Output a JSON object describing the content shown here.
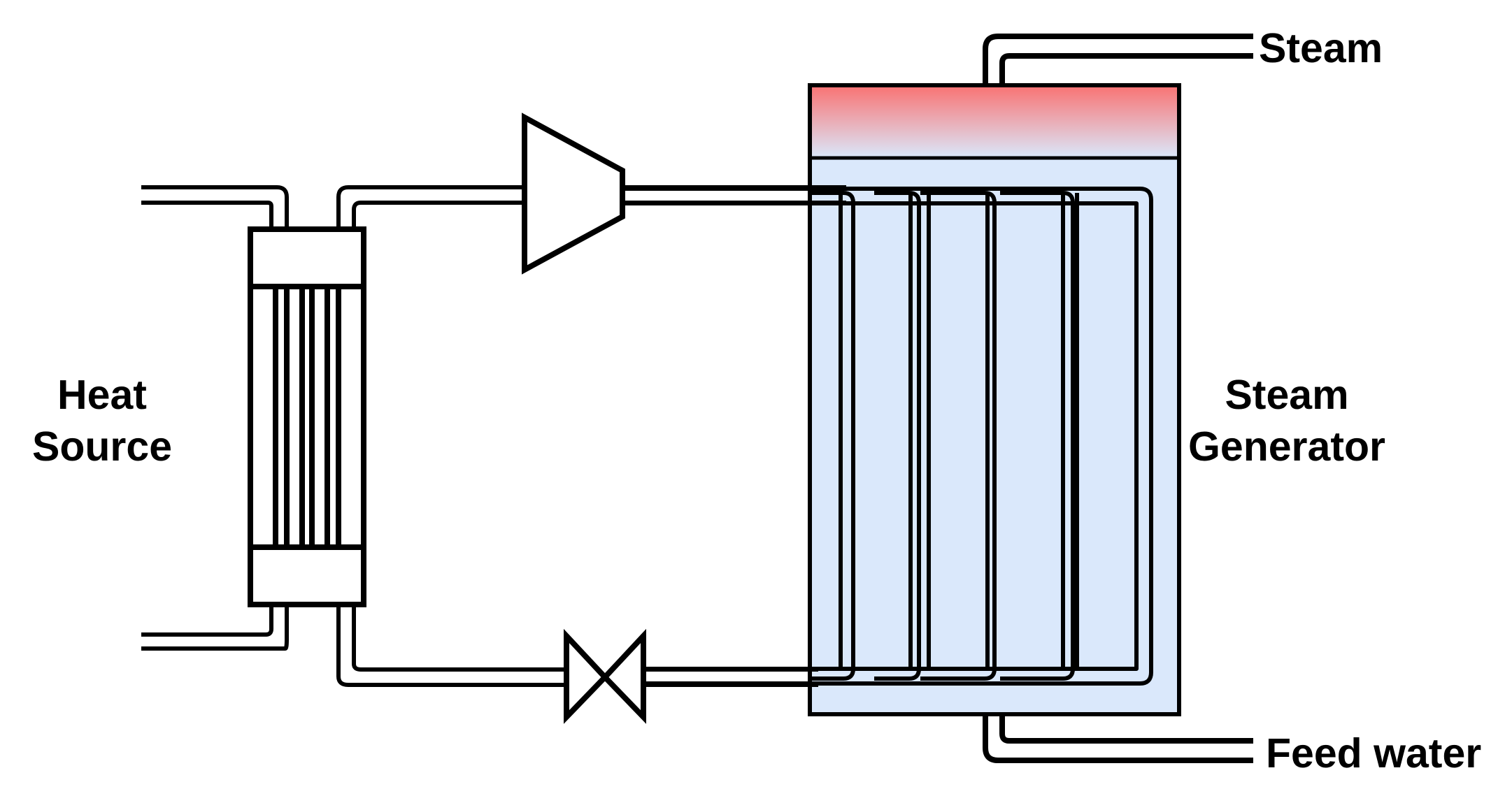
{
  "labels": {
    "heat_source_line1": "Heat",
    "heat_source_line2": "Source",
    "steam_generator_line1": "Steam",
    "steam_generator_line2": "Generator",
    "steam_outlet": "Steam",
    "feed_water": "Feed water"
  },
  "colors": {
    "line": "#000000",
    "vessel_fill": "#dae8fb",
    "steam_hot": "#f97272",
    "steam_cool": "#dae8fb",
    "background": "#ffffff"
  },
  "components": [
    "heat-exchanger",
    "compressor",
    "expansion-valve",
    "steam-generator"
  ]
}
